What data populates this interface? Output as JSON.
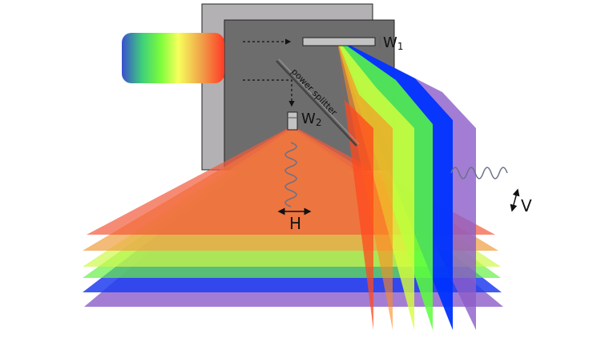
{
  "labels": {
    "w1": "W",
    "w1_sub": "1",
    "w2": "W",
    "w2_sub": "2",
    "splitter": "power splitter",
    "horizontal": "H",
    "vertical": "V"
  },
  "colors": {
    "housing_back": "#b3b1b3",
    "housing_front": "#6e6d6e",
    "slit": "#c4c3c4",
    "wave": "#6b6f88",
    "spectrum": [
      "#3a4fcf",
      "#3fd07a",
      "#7dfc3c",
      "#f6ff5c",
      "#f0a048",
      "#ff3a26"
    ],
    "horizontal_sheets": [
      "#8c5cc8",
      "#1e3df0",
      "#66f046",
      "#cef84c",
      "#f0a34a",
      "#f25a3a"
    ],
    "vertical_sheets": [
      "#ff4a1e",
      "#ff8a1e",
      "#d6ff3c",
      "#5cff3c",
      "#0033ff",
      "#8c5cc8"
    ]
  }
}
